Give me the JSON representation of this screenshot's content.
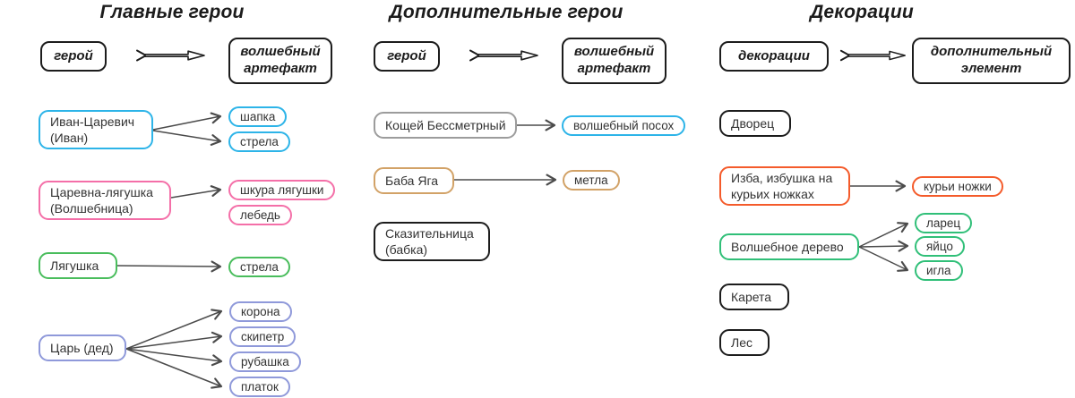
{
  "colors": {
    "cyan": "#2db4e8",
    "pink": "#f46fa8",
    "green": "#49bd5c",
    "purple": "#8f99da",
    "gray": "#9c9c9c",
    "tan": "#d2a267",
    "orange": "#f45b2b",
    "emerald": "#30bf78",
    "black": "#1c1c1c",
    "connector": "#4b4b4b"
  },
  "columns": [
    {
      "title": "Главные герои",
      "legend": {
        "source": "герой",
        "target": "волшебный артефакт"
      },
      "groups": [
        {
          "source": "Иван-Царевич (Иван)",
          "color": "cyan",
          "targets": [
            {
              "label": "шапка",
              "color": "cyan"
            },
            {
              "label": "стрела",
              "color": "cyan"
            }
          ]
        },
        {
          "source": "Царевна-лягушка (Волшебница)",
          "color": "pink",
          "targets": [
            {
              "label": "шкура лягушки",
              "color": "pink"
            },
            {
              "label": "лебедь",
              "color": "pink"
            }
          ]
        },
        {
          "source": "Лягушка",
          "color": "green",
          "targets": [
            {
              "label": "стрела",
              "color": "green"
            }
          ]
        },
        {
          "source": "Царь (дед)",
          "color": "purple",
          "targets": [
            {
              "label": "корона",
              "color": "purple"
            },
            {
              "label": "скипетр",
              "color": "purple"
            },
            {
              "label": "рубашка",
              "color": "purple"
            },
            {
              "label": "платок",
              "color": "purple"
            }
          ]
        }
      ]
    },
    {
      "title": "Дополнительные герои",
      "legend": {
        "source": "герой",
        "target": "волшебный артефакт"
      },
      "groups": [
        {
          "source": "Кощей Бессметрный",
          "color": "gray",
          "targets": [
            {
              "label": "волшебный посох",
              "color": "cyan"
            }
          ]
        },
        {
          "source": "Баба Яга",
          "color": "tan",
          "targets": [
            {
              "label": "метла",
              "color": "tan"
            }
          ]
        },
        {
          "source": "Сказительница (бабка)",
          "color": "black",
          "targets": []
        }
      ]
    },
    {
      "title": "Декорации",
      "legend": {
        "source": "декорации",
        "target": "дополнительный элемент"
      },
      "groups": [
        {
          "source": "Дворец",
          "color": "black",
          "targets": []
        },
        {
          "source": "Изба, избушка на курьих ножках",
          "color": "orange",
          "targets": [
            {
              "label": "курьи ножки",
              "color": "orange"
            }
          ]
        },
        {
          "source": "Волшебное дерево",
          "color": "emerald",
          "targets": [
            {
              "label": "ларец",
              "color": "emerald"
            },
            {
              "label": "яйцо",
              "color": "emerald"
            },
            {
              "label": "игла",
              "color": "emerald"
            }
          ]
        },
        {
          "source": "Карета",
          "color": "black",
          "targets": []
        },
        {
          "source": "Лес",
          "color": "black",
          "targets": []
        }
      ]
    }
  ]
}
